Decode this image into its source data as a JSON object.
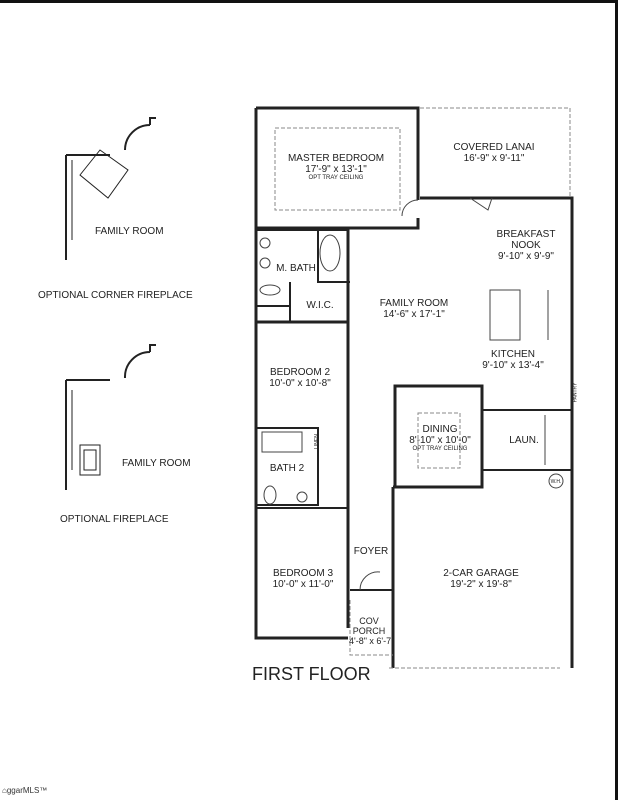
{
  "plan_title": "FIRST FLOOR",
  "rooms": [
    {
      "name": "MASTER BEDROOM",
      "size": "17'-9\" x 13'-1\"",
      "note": "OPT TRAY CEILING"
    },
    {
      "name": "COVERED LANAI",
      "size": "16'-9\" x 9'-11\""
    },
    {
      "name": "BREAKFAST NOOK",
      "size": "9'-10\" x 9'-9\""
    },
    {
      "name": "M. BATH"
    },
    {
      "name": "W.I.C."
    },
    {
      "name": "FAMILY ROOM",
      "size": "14'-6\" x 17'-1\""
    },
    {
      "name": "KITCHEN",
      "size": "9'-10\" x 13'-4\""
    },
    {
      "name": "BEDROOM 2",
      "size": "10'-0\" x 10'-8\""
    },
    {
      "name": "DINING",
      "size": "8'-10\" x 10'-0\"",
      "note": "OPT TRAY CEILING"
    },
    {
      "name": "LAUN."
    },
    {
      "name": "BATH 2"
    },
    {
      "name": "FOYER"
    },
    {
      "name": "BEDROOM 3",
      "size": "10'-0\" x 11'-0\""
    },
    {
      "name": "2-CAR GARAGE",
      "size": "19'-2\" x 19'-8\""
    },
    {
      "name": "COV PORCH",
      "size": "4'-8\" x 6'-7\""
    }
  ],
  "small_labels": {
    "pantry": "PANTRY",
    "linen": "LINEN",
    "water_heater": "W.H."
  },
  "insets": [
    {
      "room": "FAMILY ROOM",
      "caption": "OPTIONAL CORNER FIREPLACE"
    },
    {
      "room": "FAMILY ROOM",
      "caption": "OPTIONAL FIREPLACE"
    }
  ],
  "logo": "ggarMLS™"
}
